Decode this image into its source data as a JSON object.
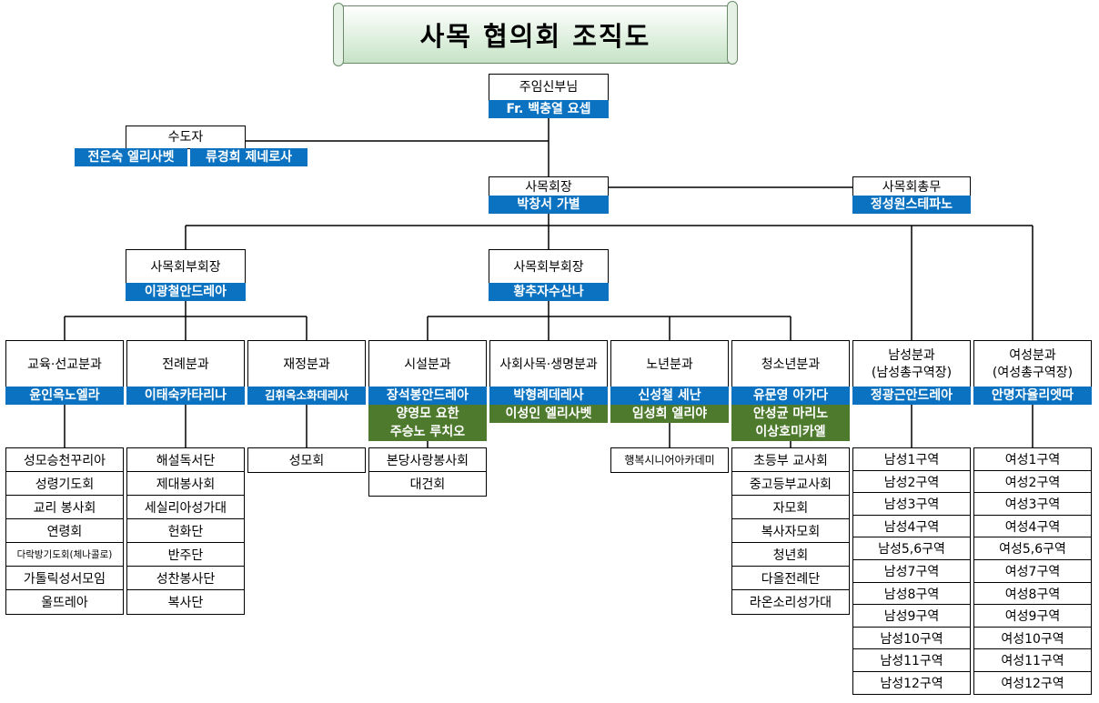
{
  "title": "사목 협의회 조직도",
  "pastor": {
    "role": "주임신부님",
    "name": "Fr. 백충열 요셉"
  },
  "religious": {
    "role": "수도자",
    "names": [
      "전은숙 엘리사벳",
      "류경희 제네로사"
    ]
  },
  "chairman": {
    "role": "사목회장",
    "name": "박창서 가별"
  },
  "secretary": {
    "role": "사목회총무",
    "name": "정성원스테파노"
  },
  "vice_left": {
    "role": "사목회부회장",
    "name": "이광철안드레아"
  },
  "vice_center": {
    "role": "사목회부회장",
    "name": "황추자수산나"
  },
  "departments": [
    {
      "label": "교육·선교분과",
      "leaders": [
        "윤인옥노엘라"
      ],
      "groups": [
        "성모승천꾸리아",
        "성령기도회",
        "교리 봉사회",
        "연령회",
        "다락방기도회(체나콜로)",
        "가톨릭성서모임",
        "울뜨레아"
      ]
    },
    {
      "label": "전례분과",
      "leaders": [
        "이태숙카타리나"
      ],
      "groups": [
        "해설독서단",
        "제대봉사회",
        "세실리아성가대",
        "헌화단",
        "반주단",
        "성찬봉사단",
        "복사단"
      ]
    },
    {
      "label": "재정분과",
      "leaders": [
        "김휘옥소화데레사"
      ],
      "groups": [
        "성모회"
      ]
    },
    {
      "label": "시설분과",
      "leaders": [
        "장석봉안드레아",
        "양영모 요한",
        "주승노 루치오"
      ],
      "groups": [
        "본당사랑봉사회",
        "대건회"
      ]
    },
    {
      "label": "사회사목·생명분과",
      "leaders": [
        "박형례데레사",
        "이성인 엘리사벳"
      ],
      "groups": []
    },
    {
      "label": "노년분과",
      "leaders": [
        "신성철 세난",
        "임성희 엘리야"
      ],
      "groups": [
        "행복시니어아카데미"
      ]
    },
    {
      "label": "청소년분과",
      "leaders": [
        "유문영 아가다",
        "안성균 마리노",
        "이상호미카엘"
      ],
      "groups": [
        "초등부 교사회",
        "중고등부교사회",
        "자모회",
        "복사자모회",
        "청년회",
        "다올전례단",
        "라온소리성가대"
      ]
    },
    {
      "label": "남성분과",
      "sublabel": "(남성총구역장)",
      "leaders": [
        "정광근안드레아"
      ],
      "groups": [
        "남성1구역",
        "남성2구역",
        "남성3구역",
        "남성4구역",
        "남성5,6구역",
        "남성7구역",
        "남성8구역",
        "남성9구역",
        "남성10구역",
        "남성11구역",
        "남성12구역"
      ]
    },
    {
      "label": "여성분과",
      "sublabel": "(여성총구역장)",
      "leaders": [
        "안명자율리엣따"
      ],
      "groups": [
        "여성1구역",
        "여성2구역",
        "여성3구역",
        "여성4구역",
        "여성5,6구역",
        "여성7구역",
        "여성8구역",
        "여성9구역",
        "여성10구역",
        "여성11구역",
        "여성12구역"
      ]
    }
  ],
  "colors": {
    "name_tag": "#0a72c0",
    "assistant_tag": "#4e7a2e",
    "title_bg": "#d7ecd7"
  }
}
